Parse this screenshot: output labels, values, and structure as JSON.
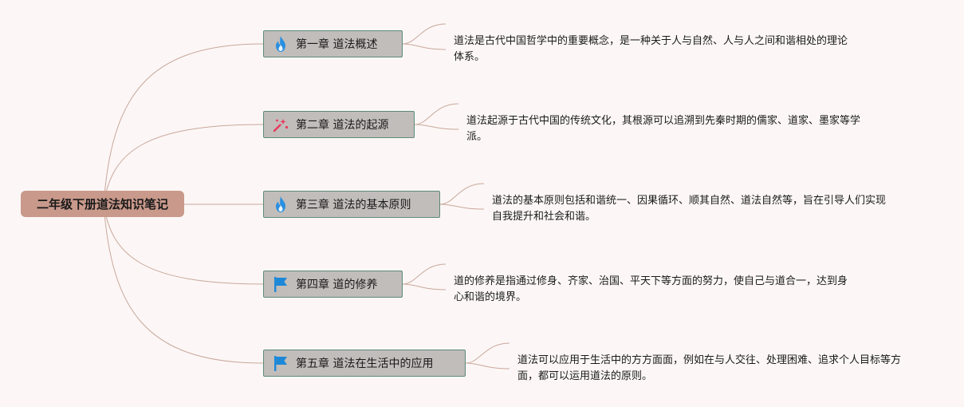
{
  "root": {
    "title": "二年级下册道法知识笔记"
  },
  "chapters": [
    {
      "label": "第一章 道法概述",
      "icon": "flame-icon",
      "description": "道法是古代中国哲学中的重要概念，是一种关于人与自然、人与人之间和谐相处的理论体系。"
    },
    {
      "label": "第二章 道法的起源",
      "icon": "sparkle-icon",
      "description": "道法起源于古代中国的传统文化，其根源可以追溯到先秦时期的儒家、道家、墨家等学派。"
    },
    {
      "label": "第三章 道法的基本原则",
      "icon": "flame-icon",
      "description": "道法的基本原则包括和谐统一、因果循环、顺其自然、道法自然等，旨在引导人们实现自我提升和社会和谐。"
    },
    {
      "label": "第四章 道的修养",
      "icon": "flag-icon",
      "description": "道的修养是指通过修身、齐家、治国、平天下等方面的努力，使自己与道合一，达到身心和谐的境界。"
    },
    {
      "label": "第五章 道法在生活中的应用",
      "icon": "flag-icon",
      "description": "道法可以应用于生活中的方方面面，例如在与人交往、处理困难、追求个人目标等方面，都可以运用道法的原则。"
    }
  ],
  "colors": {
    "background": "#fcf7f6",
    "root_fill": "#c9998b",
    "chapter_fill": "#c1bdba",
    "chapter_border": "#5c8a78",
    "connector": "#c9a79c",
    "flame_icon": "#2a8fe0",
    "flag_icon": "#1e88d8",
    "sparkle_icon": "#e83a5c"
  }
}
